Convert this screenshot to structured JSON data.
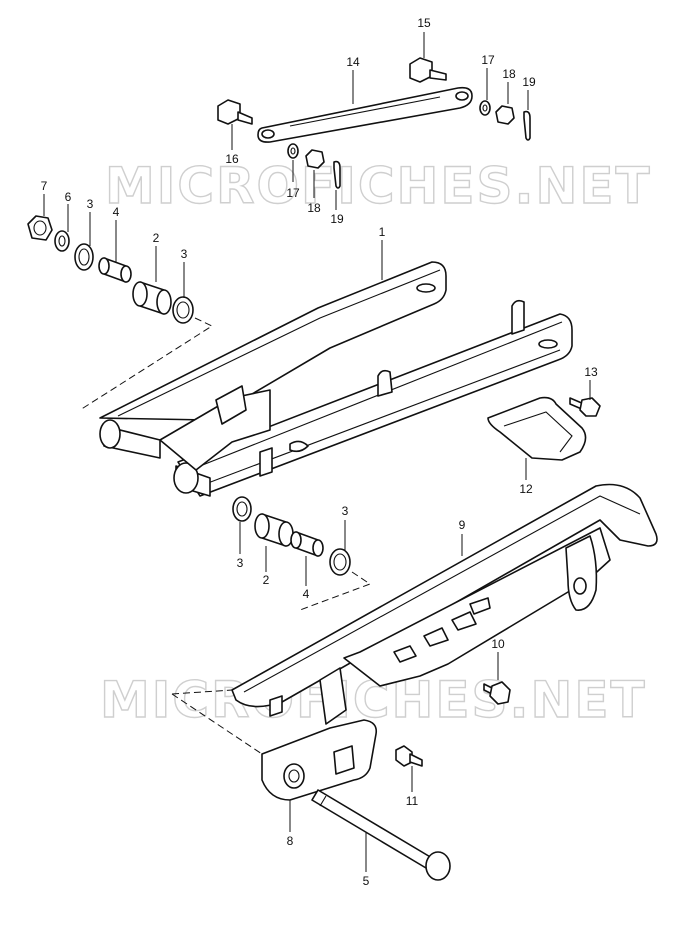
{
  "watermarks": [
    "MICROFICHES.NET",
    "MICROFICHES.NET"
  ],
  "callouts": [
    {
      "id": "c15",
      "label": "15"
    },
    {
      "id": "c14",
      "label": "14"
    },
    {
      "id": "c17a",
      "label": "17"
    },
    {
      "id": "c18a",
      "label": "18"
    },
    {
      "id": "c19a",
      "label": "19"
    },
    {
      "id": "c16",
      "label": "16"
    },
    {
      "id": "c17b",
      "label": "17"
    },
    {
      "id": "c18b",
      "label": "18"
    },
    {
      "id": "c19b",
      "label": "19"
    },
    {
      "id": "c7",
      "label": "7"
    },
    {
      "id": "c6",
      "label": "6"
    },
    {
      "id": "c3a",
      "label": "3"
    },
    {
      "id": "c4a",
      "label": "4"
    },
    {
      "id": "c2a",
      "label": "2"
    },
    {
      "id": "c3b",
      "label": "3"
    },
    {
      "id": "c1",
      "label": "1"
    },
    {
      "id": "c13",
      "label": "13"
    },
    {
      "id": "c12",
      "label": "12"
    },
    {
      "id": "c3c",
      "label": "3"
    },
    {
      "id": "c2b",
      "label": "2"
    },
    {
      "id": "c4b",
      "label": "4"
    },
    {
      "id": "c3d",
      "label": "3"
    },
    {
      "id": "c9",
      "label": "9"
    },
    {
      "id": "c10",
      "label": "10"
    },
    {
      "id": "c11",
      "label": "11"
    },
    {
      "id": "c8",
      "label": "8"
    },
    {
      "id": "c5",
      "label": "5"
    }
  ]
}
